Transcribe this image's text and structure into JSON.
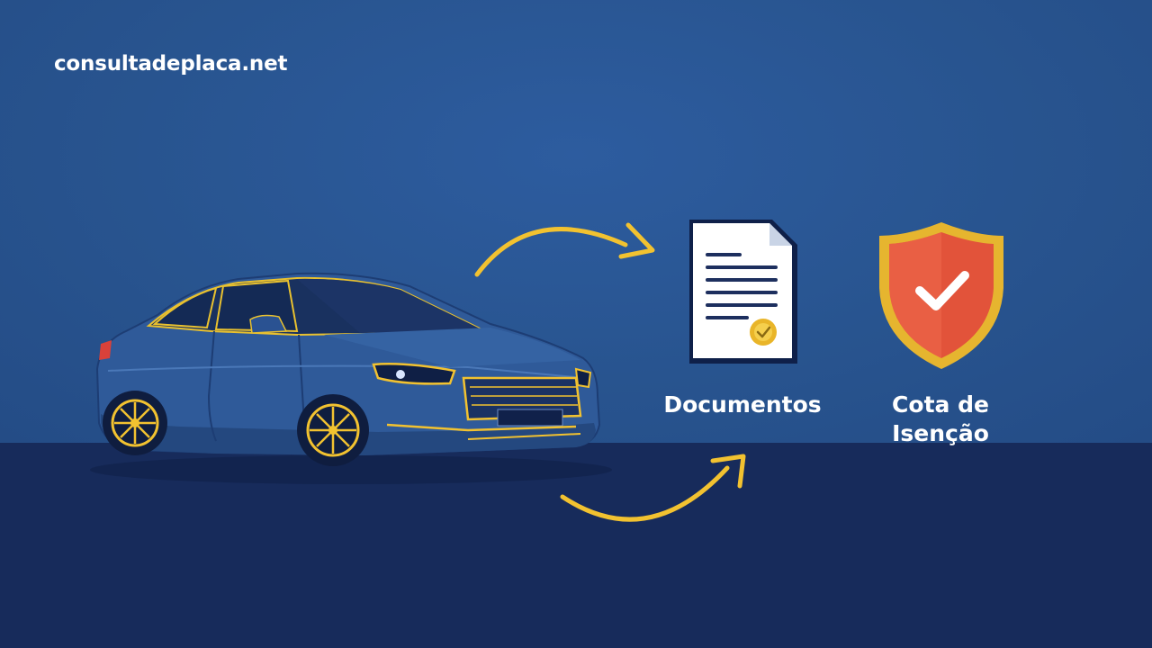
{
  "brand": {
    "site_name": "consultadeplaca.net"
  },
  "items": {
    "documentos": {
      "label": "Documentos",
      "icon": "document-certificate-icon"
    },
    "cota": {
      "label_line1": "Cota de",
      "label_line2": "Isenção",
      "icon": "shield-check-icon"
    }
  },
  "colors": {
    "background_top": "#2a5597",
    "ground": "#172b5b",
    "accent_yellow": "#f2c230",
    "shield_red": "#e2533a",
    "car_body": "#2f5a99",
    "text": "#ffffff"
  }
}
